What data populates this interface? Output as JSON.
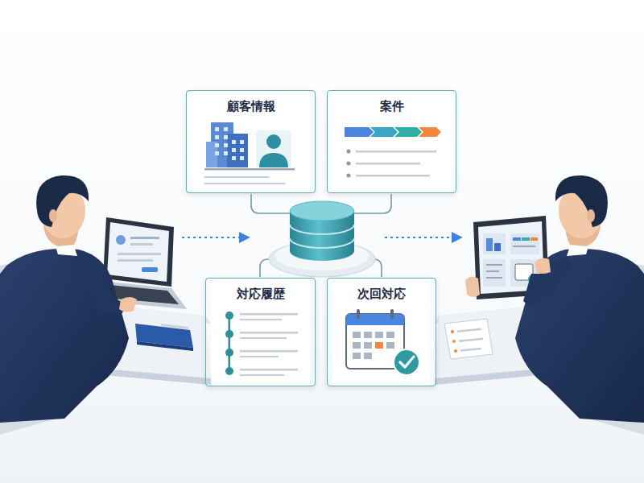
{
  "diagram": {
    "nodes": [
      {
        "text": [
          "顧客情報"
        ]
      },
      {
        "text": [
          "案件"
        ]
      },
      {
        "text": [
          "対応履歴"
        ]
      },
      {
        "text": [
          "次回対応"
        ]
      }
    ]
  }
}
